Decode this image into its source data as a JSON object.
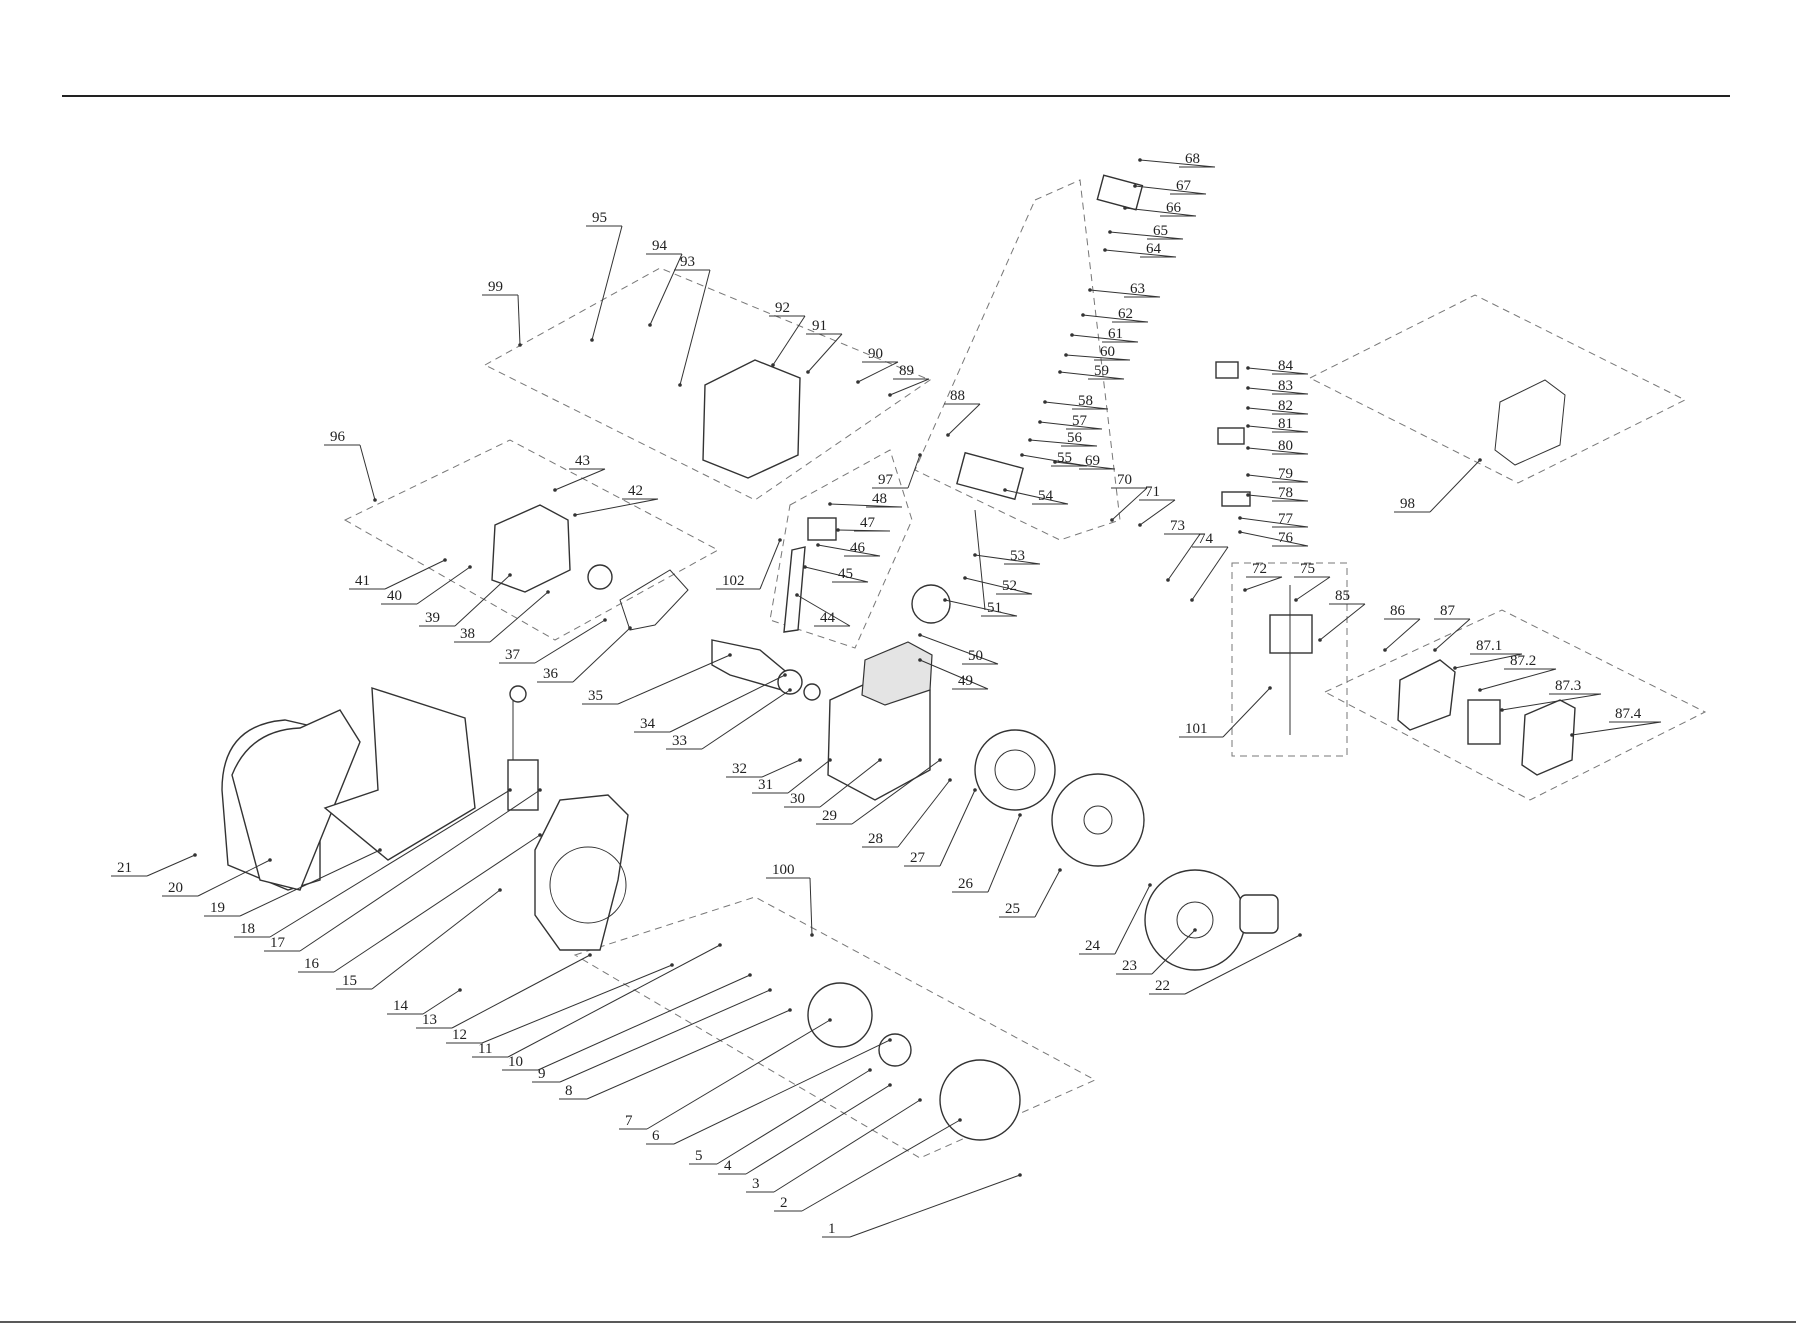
{
  "diagram": {
    "callouts": [
      "1",
      "2",
      "3",
      "4",
      "5",
      "6",
      "7",
      "8",
      "9",
      "10",
      "11",
      "12",
      "13",
      "14",
      "15",
      "16",
      "17",
      "18",
      "19",
      "20",
      "21",
      "22",
      "23",
      "24",
      "25",
      "26",
      "27",
      "28",
      "29",
      "30",
      "31",
      "32",
      "33",
      "34",
      "35",
      "36",
      "37",
      "38",
      "39",
      "40",
      "41",
      "42",
      "43",
      "44",
      "45",
      "46",
      "47",
      "48",
      "49",
      "50",
      "51",
      "52",
      "53",
      "54",
      "55",
      "56",
      "57",
      "58",
      "59",
      "60",
      "61",
      "62",
      "63",
      "64",
      "65",
      "66",
      "67",
      "68",
      "69",
      "70",
      "71",
      "72",
      "73",
      "74",
      "75",
      "76",
      "77",
      "78",
      "79",
      "80",
      "81",
      "82",
      "83",
      "84",
      "85",
      "86",
      "87",
      "87.1",
      "87.2",
      "87.3",
      "87.4",
      "88",
      "89",
      "90",
      "91",
      "92",
      "93",
      "94",
      "95",
      "96",
      "97",
      "98",
      "99",
      "100",
      "101",
      "102"
    ]
  }
}
